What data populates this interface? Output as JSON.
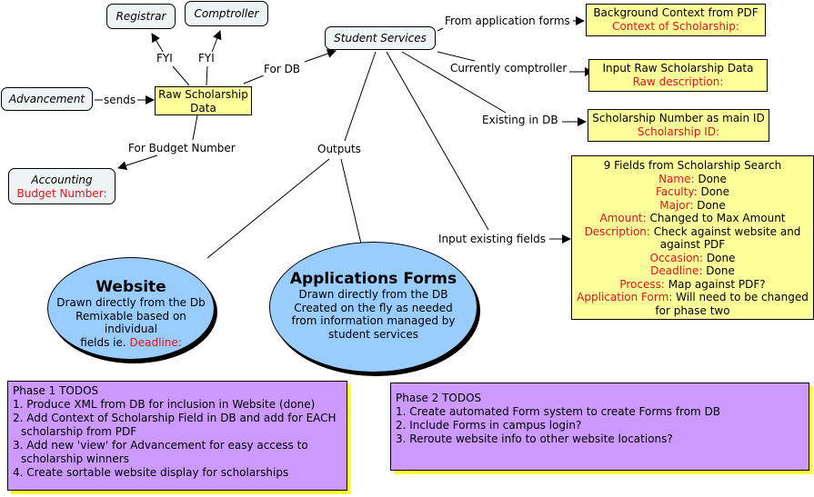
{
  "nodes": {
    "registrar": {
      "label": "Registrar"
    },
    "comptroller": {
      "label": "Comptroller"
    },
    "advancement": {
      "label": "Advancement"
    },
    "raw_data": {
      "line1": "Raw Scholarship",
      "line2": "Data"
    },
    "student_services": {
      "label": "Student Services"
    },
    "accounting": {
      "label": "Accounting",
      "field": "Budget Number:"
    },
    "background_context": {
      "title": "Background Context from PDF",
      "field": "Context of Scholarship:"
    },
    "input_raw": {
      "title": "Input Raw Scholarship Data",
      "field": "Raw description:"
    },
    "scholarship_number": {
      "title": "Scholarship Number as main ID",
      "field": "Scholarship ID:"
    },
    "nine_fields": {
      "title": "9 Fields from Scholarship Search",
      "rows": [
        {
          "key": "Name:",
          "value": "Done"
        },
        {
          "key": "Faculty:",
          "value": "Done"
        },
        {
          "key": "Major:",
          "value": "Done"
        },
        {
          "key": "Amount:",
          "value": "Changed to Max Amount"
        },
        {
          "key": "Description:",
          "value": "Check against website and",
          "cont": "against PDF"
        },
        {
          "key": "Occasion:",
          "value": "Done"
        },
        {
          "key": "Deadline:",
          "value": "Done"
        },
        {
          "key": "Process:",
          "value": "Map against PDF?"
        },
        {
          "key": "Application Form:",
          "value": "Will need to be changed",
          "cont": "for phase two"
        }
      ]
    },
    "website": {
      "title": "Website",
      "lines": [
        "Drawn directly from the Db",
        "Remixable based on individual"
      ],
      "last_prefix": "fields ie.",
      "last_field": "Deadline:"
    },
    "application_forms": {
      "title": "Applications Forms",
      "lines": [
        "Drawn directly from the DB",
        "Created on the fly as needed",
        "from information managed by",
        "student services"
      ]
    }
  },
  "edge_labels": {
    "fyi_registrar": "FYI",
    "fyi_comptroller": "FYI",
    "sends": "sends",
    "for_db": "For DB",
    "for_budget": "For Budget Number",
    "from_forms": "From application forms",
    "currently_comptroller": "Currently comptroller",
    "existing_in_db": "Existing in DB",
    "outputs": "Outputs",
    "input_existing": "Input existing fields"
  },
  "todos": {
    "phase1": {
      "title": "Phase 1 TODOS",
      "items": [
        {
          "text": "1. Produce XML from DB for inclusion in Website (done)"
        },
        {
          "text": "2. Add Context of Scholarship Field in DB and add for EACH",
          "cont": "scholarship from PDF"
        },
        {
          "text": "3. Add new 'view' for Advancement for easy access to",
          "cont": "scholarship winners"
        },
        {
          "text": "4. Create sortable website display for scholarships"
        }
      ]
    },
    "phase2": {
      "title": "Phase 2 TODOS",
      "items": [
        {
          "text": "1. Create automated Form system to create Forms from DB"
        },
        {
          "text": "2. Include Forms in campus login?"
        },
        {
          "text": "3. Reroute website info to other website locations?"
        }
      ]
    }
  },
  "colors": {
    "node_fill": "#eef3f5",
    "yellow_fill": "#ffff99",
    "field_red": "#e5141b",
    "ellipse_fill": "#99ccff",
    "todo_fill": "#cc99ff",
    "todo_shadow": "#ffff33"
  }
}
